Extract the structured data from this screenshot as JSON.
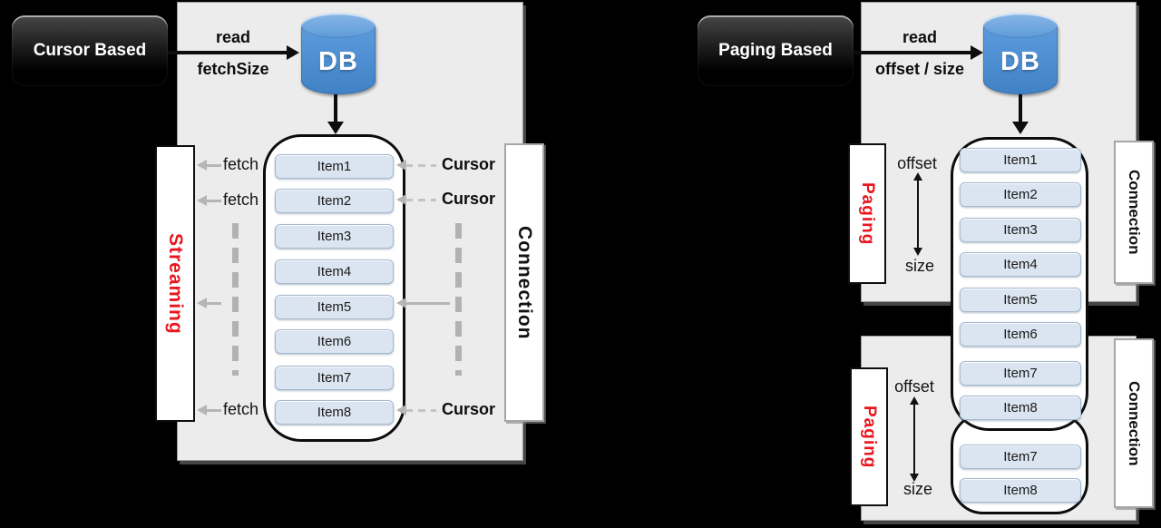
{
  "colors": {
    "background": "#000000",
    "panel_gray": "#ececec",
    "db_blue": "#4a8ed5",
    "item_fill": "#dbe5f1",
    "accent_red": "#e8171f",
    "arrow_gray": "#b5b5b5"
  },
  "left_diagram": {
    "badge": "Cursor Based",
    "db_label": "DB",
    "request_top": "read",
    "request_bottom": "fetchSize",
    "streaming_label": "Streaming",
    "connection_label": "Connection",
    "fetch_labels": [
      "fetch",
      "fetch",
      "fetch"
    ],
    "cursor_labels": [
      "Cursor",
      "Cursor",
      "Cursor"
    ],
    "items": [
      "Item1",
      "Item2",
      "Item3",
      "Item4",
      "Item5",
      "Item6",
      "Item7",
      "Item8"
    ]
  },
  "right_diagram": {
    "badge": "Paging Based",
    "db_label": "DB",
    "request_top": "read",
    "request_bottom": "offset / size",
    "paging_label": "Paging",
    "connection_label": "Connection",
    "page1": {
      "offset_label": "offset",
      "size_label": "size",
      "items": [
        "Item1",
        "Item2",
        "Item3",
        "Item4",
        "Item5",
        "Item6",
        "Item7",
        "Item8"
      ]
    },
    "page2": {
      "offset_label": "offset",
      "size_label": "size",
      "items": [
        "Item7",
        "Item8"
      ]
    }
  }
}
